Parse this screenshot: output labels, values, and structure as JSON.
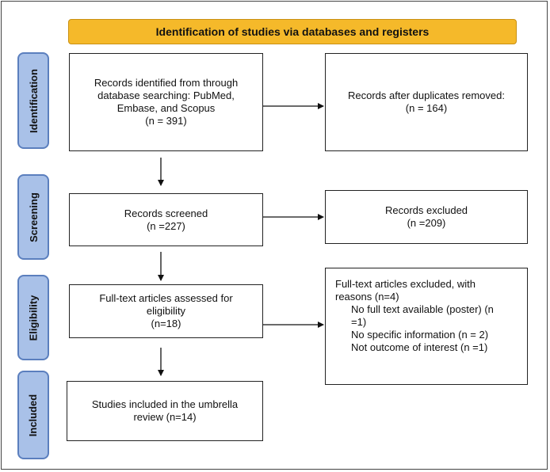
{
  "banner": "Identification of studies via databases and registers",
  "phases": [
    "Identification",
    "Screening",
    "Eligibility",
    "Included"
  ],
  "boxes": {
    "records_identified": [
      "Records identified from through",
      "database searching: PubMed,",
      "Embase, and Scopus",
      "(n = 391)"
    ],
    "after_duplicates": [
      "Records after duplicates removed:",
      "(n = 164)"
    ],
    "screened": [
      "Records screened",
      "(n =227)"
    ],
    "excluded": [
      "Records excluded",
      "(n =209)"
    ],
    "fulltext_assessed": [
      "Full-text articles assessed for",
      "eligibility",
      "(n=18)"
    ],
    "fulltext_excluded": {
      "header": [
        "Full-text articles excluded, with",
        "reasons (n=4)"
      ],
      "reasons": [
        "No full text available (poster) (n",
        "=1)",
        "No specific information (n = 2)",
        "Not outcome of interest (n =1)"
      ]
    },
    "included": [
      "Studies included in the umbrella",
      "review (n=14)"
    ]
  }
}
